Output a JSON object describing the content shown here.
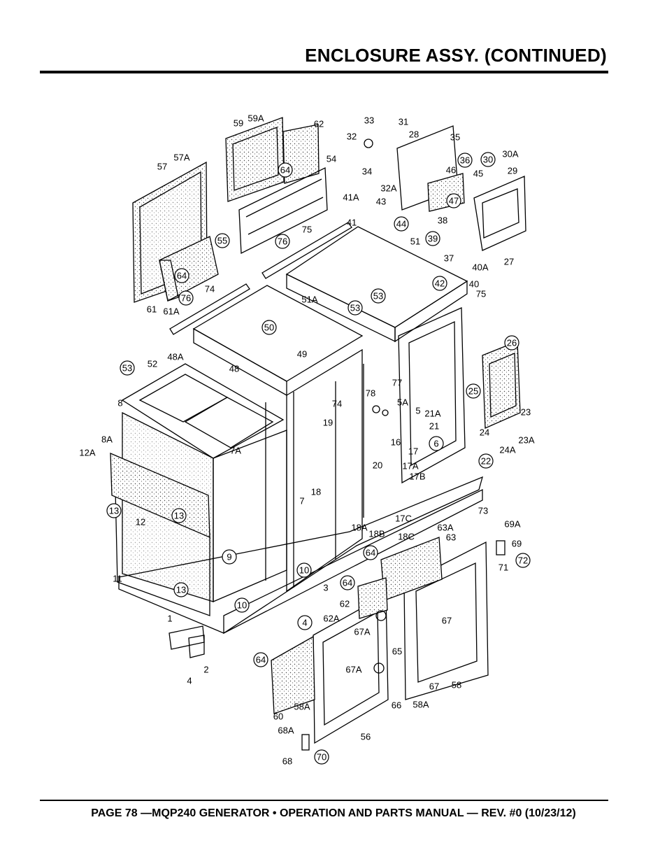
{
  "header": {
    "title": "ENCLOSURE ASSY. (CONTINUED)"
  },
  "footer": {
    "text": "PAGE 78 —MQP240 GENERATOR • OPERATION AND PARTS MANUAL — REV. #0 (10/23/12)"
  },
  "callouts": [
    {
      "label": "59"
    },
    {
      "label": "59A"
    },
    {
      "label": "62"
    },
    {
      "label": "33"
    },
    {
      "label": "31"
    },
    {
      "label": "32"
    },
    {
      "label": "28"
    },
    {
      "label": "35"
    },
    {
      "label": "36",
      "circled": true
    },
    {
      "label": "30",
      "circled": true
    },
    {
      "label": "30A"
    },
    {
      "label": "57A"
    },
    {
      "label": "57"
    },
    {
      "label": "64",
      "circled": true
    },
    {
      "label": "54"
    },
    {
      "label": "34"
    },
    {
      "label": "46"
    },
    {
      "label": "45"
    },
    {
      "label": "29"
    },
    {
      "label": "32A"
    },
    {
      "label": "47",
      "circled": true
    },
    {
      "label": "41A"
    },
    {
      "label": "43"
    },
    {
      "label": "75"
    },
    {
      "label": "41"
    },
    {
      "label": "44",
      "circled": true
    },
    {
      "label": "38"
    },
    {
      "label": "55",
      "circled": true
    },
    {
      "label": "76",
      "circled": true
    },
    {
      "label": "51"
    },
    {
      "label": "39",
      "circled": true
    },
    {
      "label": "37"
    },
    {
      "label": "40A"
    },
    {
      "label": "27"
    },
    {
      "label": "64",
      "circled": true
    },
    {
      "label": "74"
    },
    {
      "label": "42",
      "circled": true
    },
    {
      "label": "40"
    },
    {
      "label": "51A"
    },
    {
      "label": "53",
      "circled": true
    },
    {
      "label": "53",
      "circled": true
    },
    {
      "label": "75"
    },
    {
      "label": "61"
    },
    {
      "label": "61A"
    },
    {
      "label": "76",
      "circled": true
    },
    {
      "label": "50",
      "circled": true
    },
    {
      "label": "26",
      "circled": true
    },
    {
      "label": "48A"
    },
    {
      "label": "49"
    },
    {
      "label": "53",
      "circled": true
    },
    {
      "label": "52"
    },
    {
      "label": "48"
    },
    {
      "label": "78"
    },
    {
      "label": "77"
    },
    {
      "label": "25",
      "circled": true
    },
    {
      "label": "23"
    },
    {
      "label": "8"
    },
    {
      "label": "74"
    },
    {
      "label": "5A"
    },
    {
      "label": "5"
    },
    {
      "label": "21A"
    },
    {
      "label": "21"
    },
    {
      "label": "24"
    },
    {
      "label": "23A"
    },
    {
      "label": "19"
    },
    {
      "label": "8A"
    },
    {
      "label": "16"
    },
    {
      "label": "6",
      "circled": true
    },
    {
      "label": "24A"
    },
    {
      "label": "12A"
    },
    {
      "label": "7A"
    },
    {
      "label": "17"
    },
    {
      "label": "22",
      "circled": true
    },
    {
      "label": "20"
    },
    {
      "label": "17A"
    },
    {
      "label": "17B"
    },
    {
      "label": "18"
    },
    {
      "label": "7"
    },
    {
      "label": "13",
      "circled": true
    },
    {
      "label": "12"
    },
    {
      "label": "13",
      "circled": true
    },
    {
      "label": "17C"
    },
    {
      "label": "73"
    },
    {
      "label": "18A"
    },
    {
      "label": "63A"
    },
    {
      "label": "69A"
    },
    {
      "label": "18B"
    },
    {
      "label": "18C"
    },
    {
      "label": "63"
    },
    {
      "label": "69"
    },
    {
      "label": "9",
      "circled": true
    },
    {
      "label": "64",
      "circled": true
    },
    {
      "label": "72",
      "circled": true
    },
    {
      "label": "71"
    },
    {
      "label": "10",
      "circled": true
    },
    {
      "label": "11"
    },
    {
      "label": "64",
      "circled": true
    },
    {
      "label": "13",
      "circled": true
    },
    {
      "label": "3"
    },
    {
      "label": "62"
    },
    {
      "label": "10",
      "circled": true
    },
    {
      "label": "1"
    },
    {
      "label": "4",
      "circled": true
    },
    {
      "label": "62A"
    },
    {
      "label": "67"
    },
    {
      "label": "67A"
    },
    {
      "label": "65"
    },
    {
      "label": "64",
      "circled": true
    },
    {
      "label": "2"
    },
    {
      "label": "4"
    },
    {
      "label": "67A"
    },
    {
      "label": "67"
    },
    {
      "label": "58"
    },
    {
      "label": "58A"
    },
    {
      "label": "66"
    },
    {
      "label": "58A"
    },
    {
      "label": "60"
    },
    {
      "label": "56"
    },
    {
      "label": "68A"
    },
    {
      "label": "68"
    },
    {
      "label": "70",
      "circled": true
    }
  ]
}
